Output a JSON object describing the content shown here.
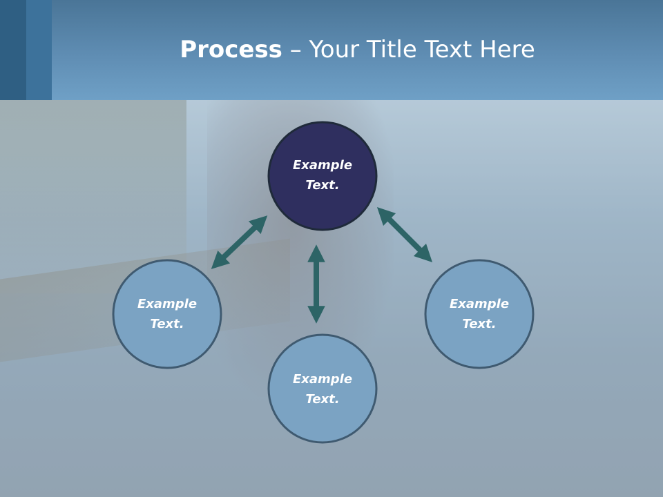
{
  "title": {
    "bold": "Process",
    "rest": " – Your Title Text Here"
  },
  "nodes": [
    {
      "id": "top",
      "text": "Example\nText.",
      "fill": "#2f2f5f"
    },
    {
      "id": "left",
      "text": "Example\nText.",
      "fill": "#7ba3c3"
    },
    {
      "id": "bottom",
      "text": "Example\nText.",
      "fill": "#7ba3c3"
    },
    {
      "id": "right",
      "text": "Example\nText.",
      "fill": "#7ba3c3"
    }
  ],
  "colors": {
    "header": "#5f8db3",
    "arrow": "#2d6466",
    "node_stroke": "#2a3b4a"
  }
}
